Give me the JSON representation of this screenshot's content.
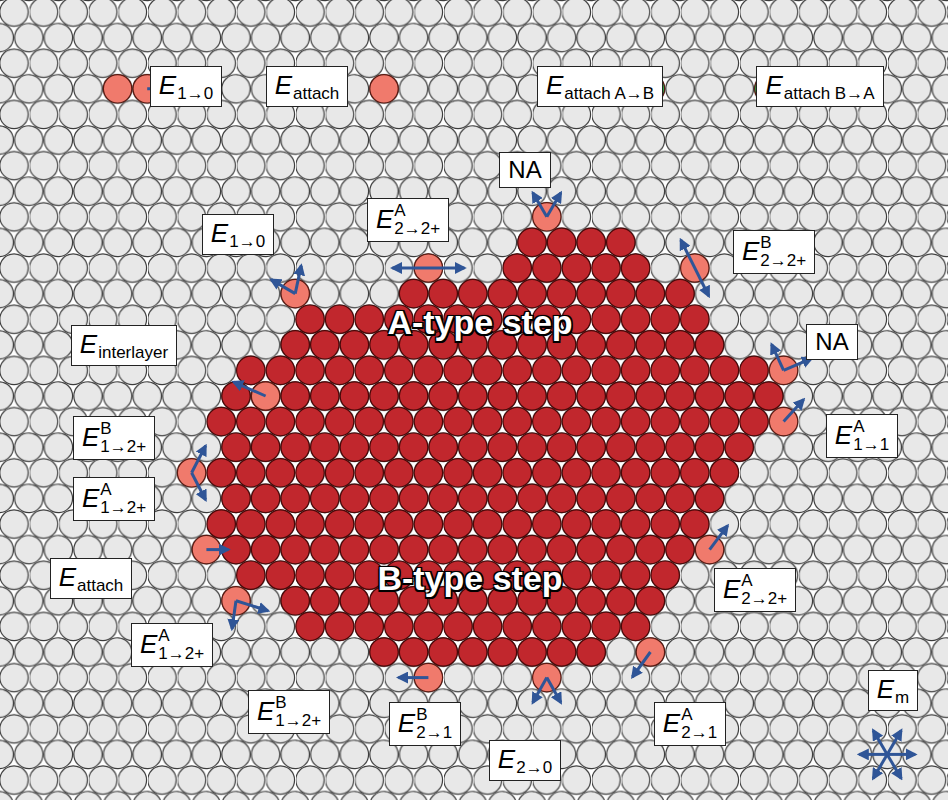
{
  "diagram": {
    "nodes": [
      {
        "text": [
          "E",
          "1→0"
        ]
      },
      {
        "text": [
          "E",
          "attach"
        ]
      },
      {
        "text": [
          "E",
          "attach A→B"
        ]
      },
      {
        "text": [
          "E",
          "attach B→A"
        ]
      },
      {
        "text": [
          "NA"
        ]
      },
      {
        "text": [
          "E",
          "1→0"
        ]
      },
      {
        "text": [
          "E",
          "A",
          "2→2+"
        ]
      },
      {
        "text": [
          "E",
          "B",
          "2→2+"
        ]
      },
      {
        "text": [
          "NA"
        ]
      },
      {
        "text": [
          "E",
          "interlayer"
        ]
      },
      {
        "text": [
          "E",
          "A",
          "1→1"
        ]
      },
      {
        "text": [
          "E",
          "B",
          "1→2+"
        ]
      },
      {
        "text": [
          "E",
          "A",
          "1→2+"
        ]
      },
      {
        "text": [
          "E",
          "attach"
        ]
      },
      {
        "text": [
          "E",
          "A",
          "2→2+"
        ]
      },
      {
        "text": [
          "E",
          "A",
          "1→2+"
        ]
      },
      {
        "text": [
          "E",
          "B",
          "1→2+"
        ]
      },
      {
        "text": [
          "E",
          "B",
          "2→1"
        ]
      },
      {
        "text": [
          "E",
          "A",
          "2→1"
        ]
      },
      {
        "text": [
          "E",
          "2→0"
        ]
      },
      {
        "text": [
          "E",
          "m"
        ]
      }
    ],
    "labels": [
      "A-type step",
      "B-type step"
    ]
  }
}
